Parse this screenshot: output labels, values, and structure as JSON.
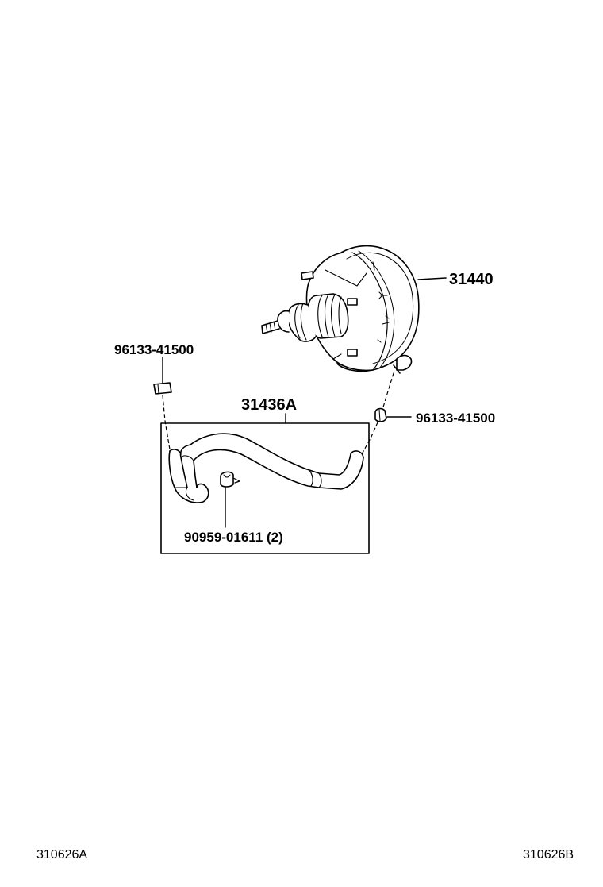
{
  "diagram": {
    "parts": [
      {
        "id": "booster",
        "part_no": "31440"
      },
      {
        "id": "hose-assembly",
        "part_no": "31436A"
      },
      {
        "id": "clip-left",
        "part_no": "96133-41500"
      },
      {
        "id": "clip-right",
        "part_no": "96133-41500"
      },
      {
        "id": "hose-clamp",
        "part_no": "90959-01611",
        "qty": "(2)"
      }
    ],
    "ref_left": "310626A",
    "ref_right": "310626B"
  }
}
